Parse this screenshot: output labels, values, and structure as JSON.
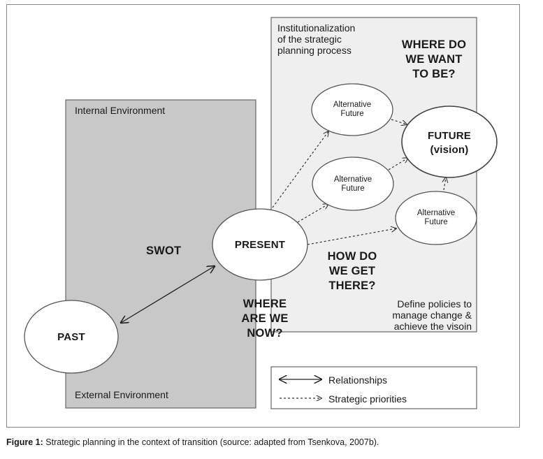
{
  "regions": {
    "internal_label": "Internal Environment",
    "external_label": "External Environment",
    "institutional_label_lines": [
      "Institutionalization",
      "of the strategic",
      "planning process"
    ]
  },
  "nodes": {
    "past": "PAST",
    "present": "PRESENT",
    "future_lines": [
      "FUTURE",
      "(vision)"
    ],
    "alt1_lines": [
      "Alternative",
      "Future"
    ],
    "alt2_lines": [
      "Alternative",
      "Future"
    ],
    "alt3_lines": [
      "Alternative",
      "Future"
    ]
  },
  "labels": {
    "swot": "SWOT",
    "where_are_we_lines": [
      "WHERE",
      "ARE WE",
      "NOW?"
    ],
    "how_do_we_lines": [
      "HOW DO",
      "WE GET",
      "THERE?"
    ],
    "where_want_lines": [
      "WHERE DO",
      "WE WANT",
      "TO BE?"
    ],
    "define_policies_lines": [
      "Define policies to",
      "manage change &",
      "achieve the visoin"
    ]
  },
  "legend": {
    "relationships": "Relationships",
    "strategic_priorities": "Strategic priorities"
  },
  "caption": {
    "label": "Figure 1:",
    "text": " Strategic planning in the context of transition (source: adapted from Tsenkova, 2007b)."
  },
  "colors": {
    "internal_fill": "#c8c8c8",
    "institutional_fill": "#efefef",
    "stroke": "#555555"
  }
}
